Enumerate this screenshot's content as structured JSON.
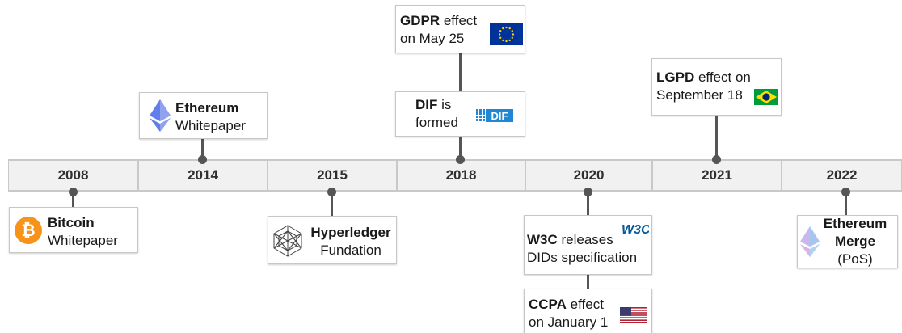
{
  "years": [
    "2008",
    "2014",
    "2015",
    "2018",
    "2020",
    "2021",
    "2022"
  ],
  "events": {
    "bitcoin": {
      "title": "Bitcoin",
      "line2": "Whitepaper"
    },
    "ethereum": {
      "title": "Ethereum",
      "line2": "Whitepaper"
    },
    "hyperledger": {
      "title": "Hyperledger",
      "line2": "Fundation"
    },
    "dif": {
      "title": "DIF",
      "rest1": " is",
      "line2": "formed",
      "logo": "DIF"
    },
    "gdpr": {
      "title": "GDPR",
      "rest1": " effect",
      "line2": "on May 25"
    },
    "w3c": {
      "title": "W3C",
      "rest1": " releases",
      "line2": "DIDs specification",
      "logo": "W3C"
    },
    "ccpa": {
      "title": "CCPA",
      "rest1": " effect",
      "line2": "on January 1"
    },
    "lgpd": {
      "title": "LGPD",
      "rest1": " effect on",
      "line2": "September 18"
    },
    "merge": {
      "title1": "Ethereum",
      "title2": "Merge",
      "line3": "(PoS)"
    }
  },
  "icons": [
    "bitcoin-icon",
    "ethereum-icon",
    "hyperledger-icon",
    "dif-logo",
    "eu-flag-icon",
    "w3c-logo",
    "us-flag-icon",
    "brazil-flag-icon",
    "ethereum-icon"
  ],
  "colors": {
    "bitcoin": "#f7931a",
    "ethereum": "#627eea",
    "eu_blue": "#003399",
    "eu_star": "#ffcc00",
    "brazil_green": "#009c3b",
    "brazil_yellow": "#ffdf00",
    "brazil_blue": "#002776",
    "dif_blue": "#1e88d6",
    "w3c_blue": "#005a9c"
  }
}
